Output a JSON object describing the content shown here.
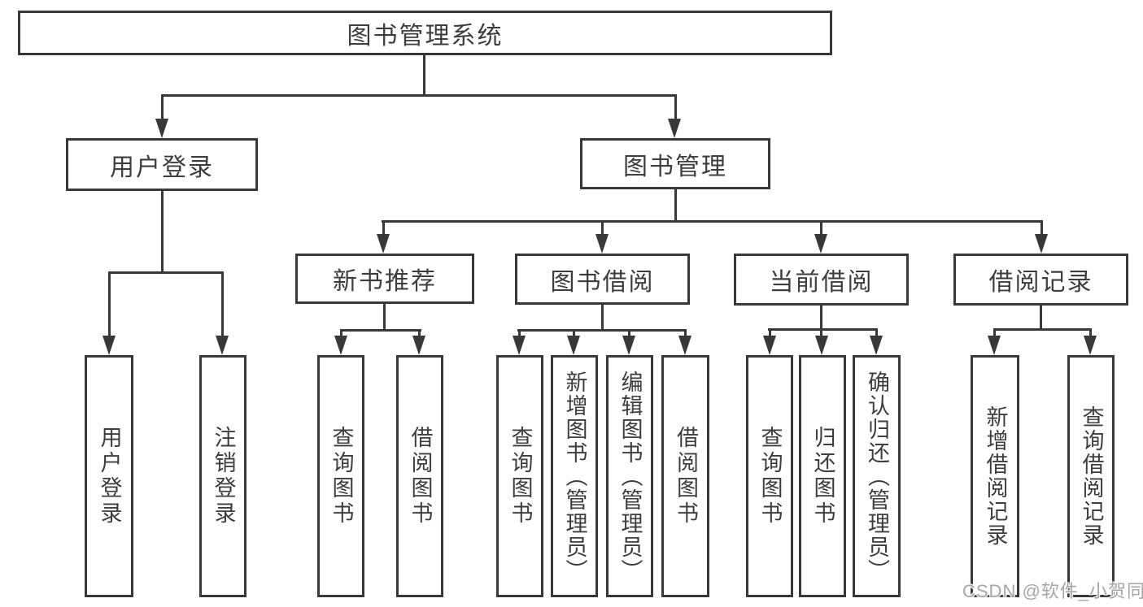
{
  "title": "图书管理系统",
  "colors": {
    "line": "#383838",
    "text": "#3d3d3d",
    "background": "#ffffff",
    "watermark": "#a6a6a6"
  },
  "nodes": {
    "root": "图书管理系统",
    "user_login": "用户登录",
    "book_mgmt": "图书管理",
    "new_book_rec": "新书推荐",
    "book_borrow": "图书借阅",
    "current_borrow": "当前借阅",
    "borrow_record": "借阅记录",
    "leaf_user_login": "用户登录",
    "leaf_logout": "注销登录",
    "leaf_nb_query": "查询图书",
    "leaf_nb_borrow": "借阅图书",
    "leaf_bb_query": "查询图书",
    "leaf_bb_add": "新增图书（管理员）",
    "leaf_bb_edit": "编辑图书（管理员）",
    "leaf_bb_borrow": "借阅图书",
    "leaf_cb_query": "查询图书",
    "leaf_cb_return": "归还图书",
    "leaf_cb_confirm": "确认归还（管理员）",
    "leaf_br_add": "新增借阅记录",
    "leaf_br_query": "查询借阅记录"
  },
  "watermark": "CSDN @软件_小贺同学",
  "hierarchy": {
    "图书管理系统": {
      "用户登录": [
        "用户登录",
        "注销登录"
      ],
      "图书管理": {
        "新书推荐": [
          "查询图书",
          "借阅图书"
        ],
        "图书借阅": [
          "查询图书",
          "新增图书（管理员）",
          "编辑图书（管理员）",
          "借阅图书"
        ],
        "当前借阅": [
          "查询图书",
          "归还图书",
          "确认归还（管理员）"
        ],
        "借阅记录": [
          "新增借阅记录",
          "查询借阅记录"
        ]
      }
    }
  }
}
